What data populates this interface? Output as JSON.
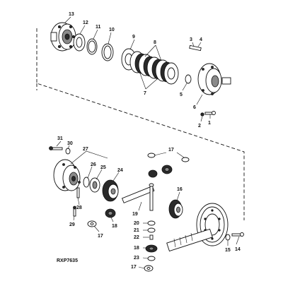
{
  "diagram": {
    "reference_code": "RXP7635",
    "callouts": {
      "c13": "13",
      "c12": "12",
      "c11": "11",
      "c10": "10",
      "c9": "9",
      "c8": "8",
      "c7": "7",
      "c3": "3",
      "c4": "4",
      "c5": "5",
      "c6": "6",
      "c2": "2",
      "c1": "1",
      "c31": "31",
      "c30": "30",
      "c27": "27",
      "c26": "26",
      "c25": "25",
      "c24": "24",
      "c17a": "17",
      "c28": "28",
      "c29": "29",
      "c18": "18",
      "c17b": "17",
      "c19": "19",
      "c16": "16",
      "c20": "20",
      "c21": "21",
      "c22": "22",
      "c18b": "18",
      "c23": "23",
      "c17c": "17",
      "c15": "15",
      "c14": "14"
    }
  }
}
